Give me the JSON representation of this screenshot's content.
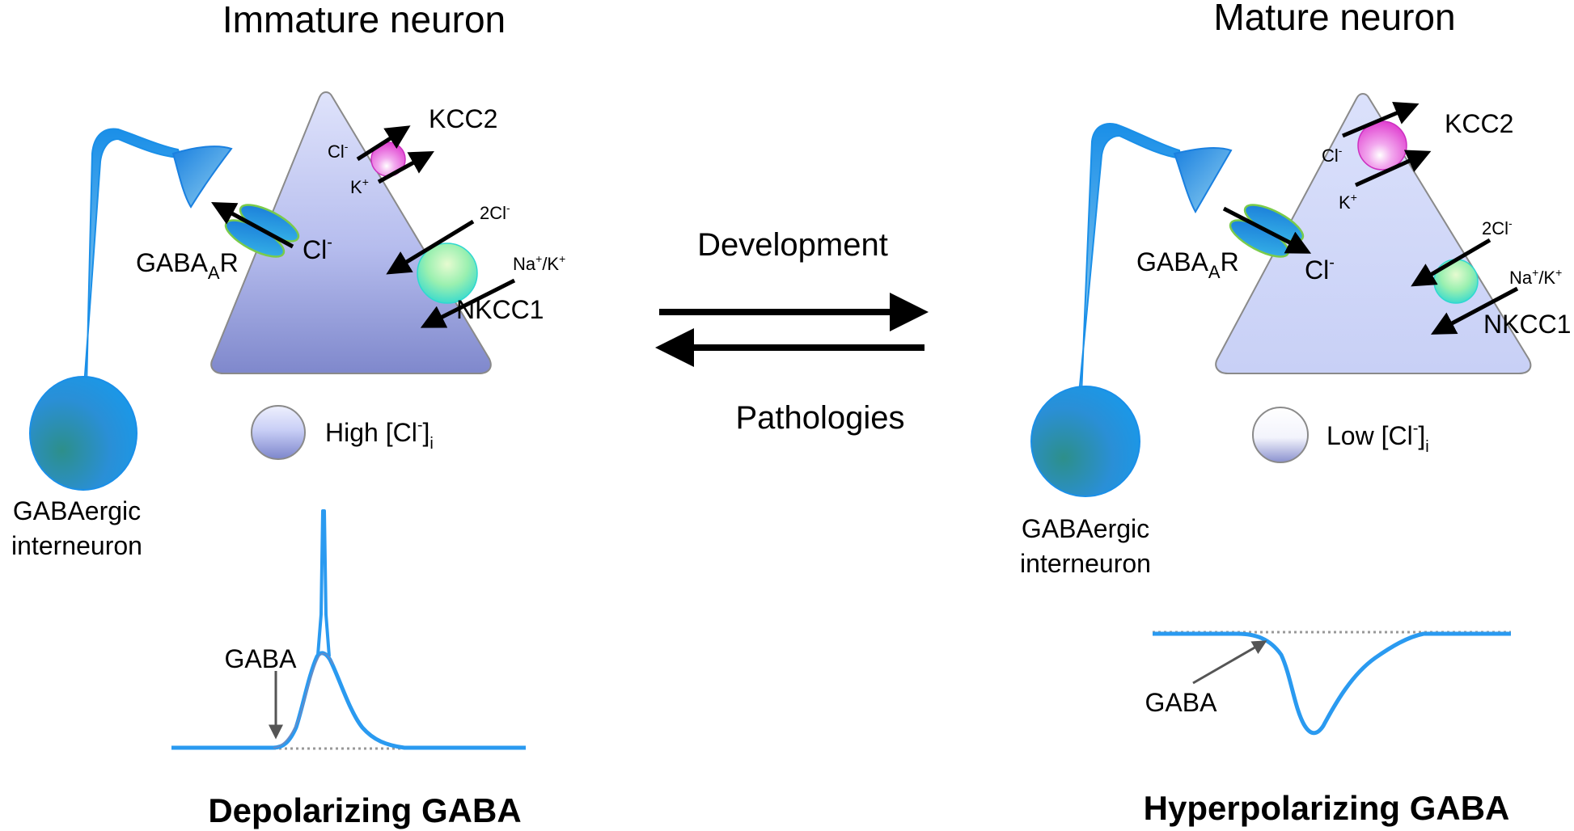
{
  "left": {
    "title": "Immature neuron",
    "kcc2": "KCC2",
    "cl_kcc2": {
      "base": "Cl",
      "sup": "-"
    },
    "k_kcc2": {
      "base": "K",
      "sup": "+"
    },
    "gabaar": {
      "base": "GABA",
      "sub": "A",
      "tail": "R"
    },
    "cl_gabaar": {
      "base": "Cl",
      "sup": "-"
    },
    "twocl": {
      "base": "2Cl",
      "sup": "-"
    },
    "nak": {
      "a": "Na",
      "b": "/K"
    },
    "nkcc1": "NKCC1",
    "chloride_level": {
      "text": "High [Cl",
      "sup": "-",
      "close": "]",
      "sub": "i"
    },
    "interneuron_line1": "GABAergic",
    "interneuron_line2": "interneuron",
    "trace_label": "GABA",
    "caption": "Depolarizing GABA"
  },
  "right": {
    "title": "Mature neuron",
    "kcc2": "KCC2",
    "cl_kcc2": {
      "base": "Cl",
      "sup": "-"
    },
    "k_kcc2": {
      "base": "K",
      "sup": "+"
    },
    "gabaar": {
      "base": "GABA",
      "sub": "A",
      "tail": "R"
    },
    "cl_gabaar": {
      "base": "Cl",
      "sup": "-"
    },
    "twocl": {
      "base": "2Cl",
      "sup": "-"
    },
    "nak": {
      "a": "Na",
      "b": "/K"
    },
    "nkcc1": "NKCC1",
    "chloride_level": {
      "text": "Low [Cl",
      "sup": "-",
      "close": "]",
      "sub": "i"
    },
    "interneuron_line1": "GABAergic",
    "interneuron_line2": "interneuron",
    "trace_label": "GABA",
    "caption": "Hyperpolarizing GABA"
  },
  "middle": {
    "development": "Development",
    "pathologies": "Pathologies"
  },
  "colors": {
    "interneuron_blue": "#1a8fe8",
    "membrane_trace": "#2a9af0",
    "kcc2_magenta": "#e040d0",
    "nkcc1_cyan": "#2fd8d0",
    "soma_lavender": "#c9cff6"
  }
}
